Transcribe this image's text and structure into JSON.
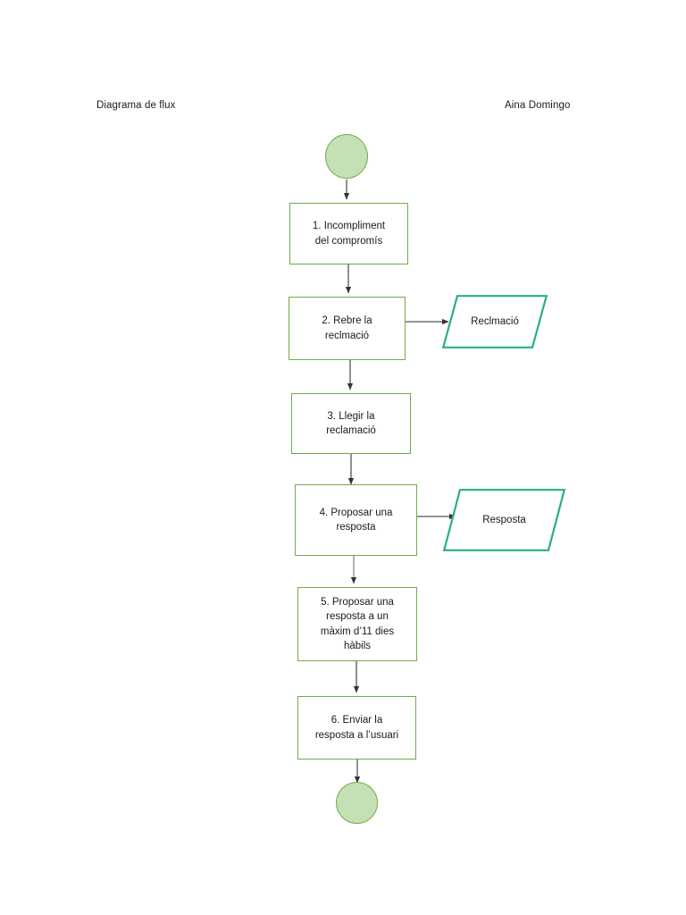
{
  "document": {
    "title": "Diagrama de flux",
    "author": "Aina Domingo"
  },
  "chart_data": {
    "type": "diagram",
    "diagram_kind": "flowchart",
    "title": "Diagrama de flux",
    "orientation": "top-to-bottom",
    "colors": {
      "process_border": "#70ad47",
      "process_fill": "#ffffff",
      "terminator_fill": "#c5e0b4",
      "terminator_border": "#70ad47",
      "data_border": "#2ab07c",
      "data_fill": "#ffffff",
      "connector": "#404040",
      "text": "#1a1a1a"
    },
    "nodes": [
      {
        "id": "start",
        "shape": "circle",
        "label": ""
      },
      {
        "id": "step1",
        "shape": "rectangle",
        "label": "1. Incompliment\ndel compromís"
      },
      {
        "id": "step2",
        "shape": "rectangle",
        "label": "2. Rebre la\nreclmació"
      },
      {
        "id": "data1",
        "shape": "parallelogram",
        "label": "Reclmació"
      },
      {
        "id": "step3",
        "shape": "rectangle",
        "label": "3. Llegir la\nreclamació"
      },
      {
        "id": "step4",
        "shape": "rectangle",
        "label": "4. Proposar una\nresposta"
      },
      {
        "id": "data2",
        "shape": "parallelogram",
        "label": "Resposta"
      },
      {
        "id": "step5",
        "shape": "rectangle",
        "label": "5. Proposar una\nresposta a un\nmàxim d’11 dies\nhàbils"
      },
      {
        "id": "step6",
        "shape": "rectangle",
        "label": "6. Enviar la\nresposta a l’usuari"
      },
      {
        "id": "end",
        "shape": "circle",
        "label": ""
      }
    ],
    "edges": [
      {
        "from": "start",
        "to": "step1",
        "direction": "down",
        "label": ""
      },
      {
        "from": "step1",
        "to": "step2",
        "direction": "down",
        "label": ""
      },
      {
        "from": "step2",
        "to": "data1",
        "direction": "right",
        "label": ""
      },
      {
        "from": "step2",
        "to": "step3",
        "direction": "down",
        "label": ""
      },
      {
        "from": "step3",
        "to": "step4",
        "direction": "down",
        "label": ""
      },
      {
        "from": "step4",
        "to": "data2",
        "direction": "right",
        "label": ""
      },
      {
        "from": "step4",
        "to": "step5",
        "direction": "down",
        "label": ""
      },
      {
        "from": "step5",
        "to": "step6",
        "direction": "down",
        "label": ""
      },
      {
        "from": "step6",
        "to": "end",
        "direction": "down",
        "label": ""
      }
    ]
  }
}
